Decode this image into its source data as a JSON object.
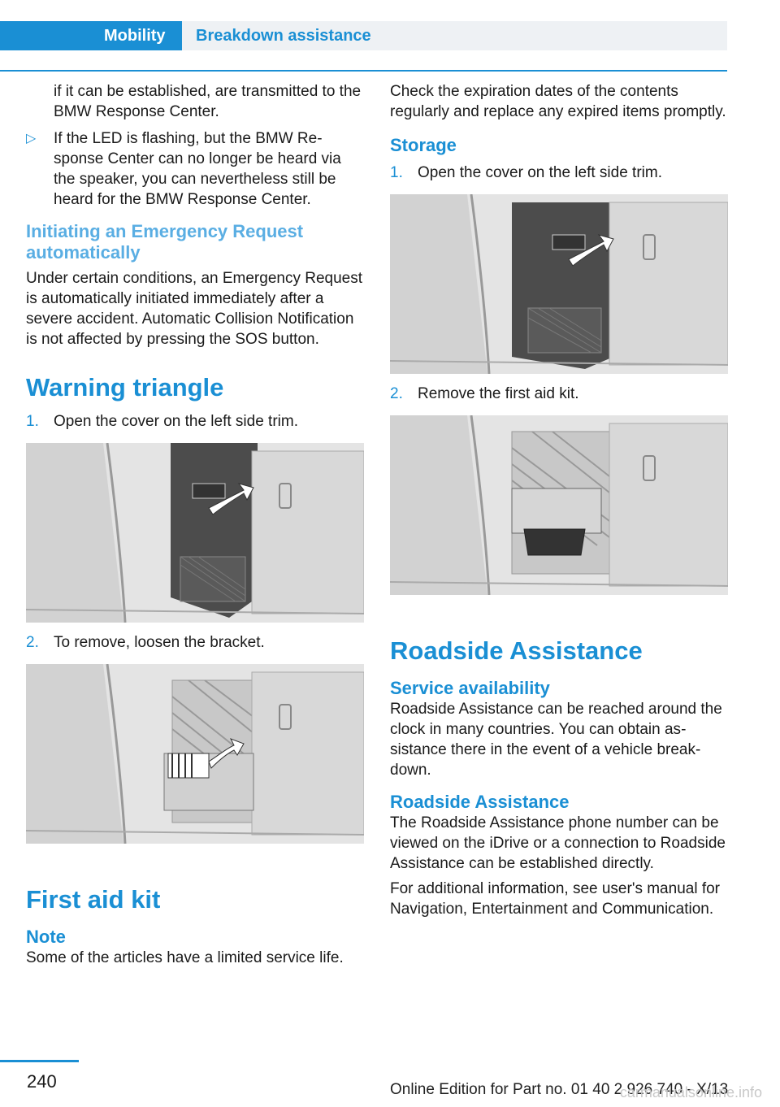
{
  "header": {
    "tab_active": "Mobility",
    "tab_inactive": "Breakdown assistance"
  },
  "left": {
    "cont_paragraph": "if it can be established, are transmitted to the BMW Response Center.",
    "bullet_mark": "▷",
    "bullet_text": "If the LED is flashing, but the BMW Re­sponse Center can no longer be heard via the speaker, you can nevertheless still be heard for the BMW Response Center.",
    "initiating_heading": "Initiating an Emergency Request automatically",
    "initiating_text": "Under certain conditions, an Emergency Re­quest is automatically initiated immediately af­ter a severe accident. Automatic Collision Noti­fication is not affected by pressing the SOS button.",
    "warning_heading": "Warning triangle",
    "warning_steps": [
      {
        "num": "1.",
        "text": "Open the cover on the left side trim."
      },
      {
        "num": "2.",
        "text": "To remove, loosen the bracket."
      }
    ],
    "firstaid_heading": "First aid kit",
    "note_heading": "Note",
    "note_text": "Some of the articles have a limited service life."
  },
  "right": {
    "expiration_text": "Check the expiration dates of the contents regularly and replace any expired items promptly.",
    "storage_heading": "Storage",
    "storage_steps": [
      {
        "num": "1.",
        "text": "Open the cover on the left side trim."
      },
      {
        "num": "2.",
        "text": "Remove the first aid kit."
      }
    ],
    "roadside_heading": "Roadside Assistance",
    "service_heading": "Service availability",
    "service_text": "Roadside Assistance can be reached around the clock in many countries. You can obtain as­sistance there in the event of a vehicle break­down.",
    "ra_heading": "Roadside Assistance",
    "ra_text": "The Roadside Assistance phone number can be viewed on the iDrive or a connection to Roadside Assistance can be established di­rectly.",
    "info_text": "For additional information, see user's manual for Navigation, Entertainment and Communi­cation."
  },
  "footer": {
    "page_number": "240",
    "edition": "Online Edition for Part no. 01 40 2 926 740 - X/13",
    "watermark": "carmanualsonline.info"
  }
}
